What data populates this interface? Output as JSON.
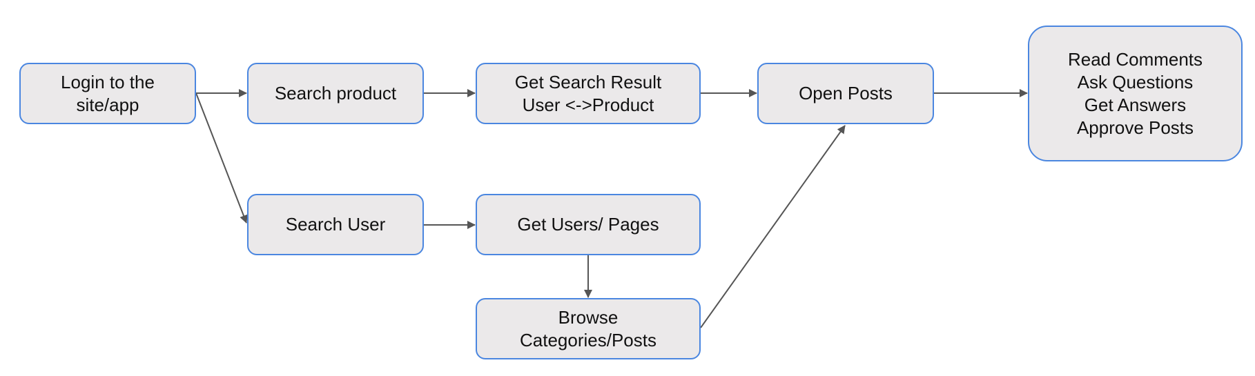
{
  "nodes": {
    "login": "Login to the\nsite/app",
    "search_product": "Search product",
    "search_result": "Get Search Result\nUser <->Product",
    "open_posts": "Open Posts",
    "actions": "Read Comments\nAsk Questions\nGet Answers\nApprove Posts",
    "search_user": "Search User",
    "get_users": "Get Users/ Pages",
    "browse": "Browse\nCategories/Posts"
  },
  "colors": {
    "node_fill": "#ebe9ea",
    "node_border": "#4a86e0",
    "edge": "#555555"
  }
}
